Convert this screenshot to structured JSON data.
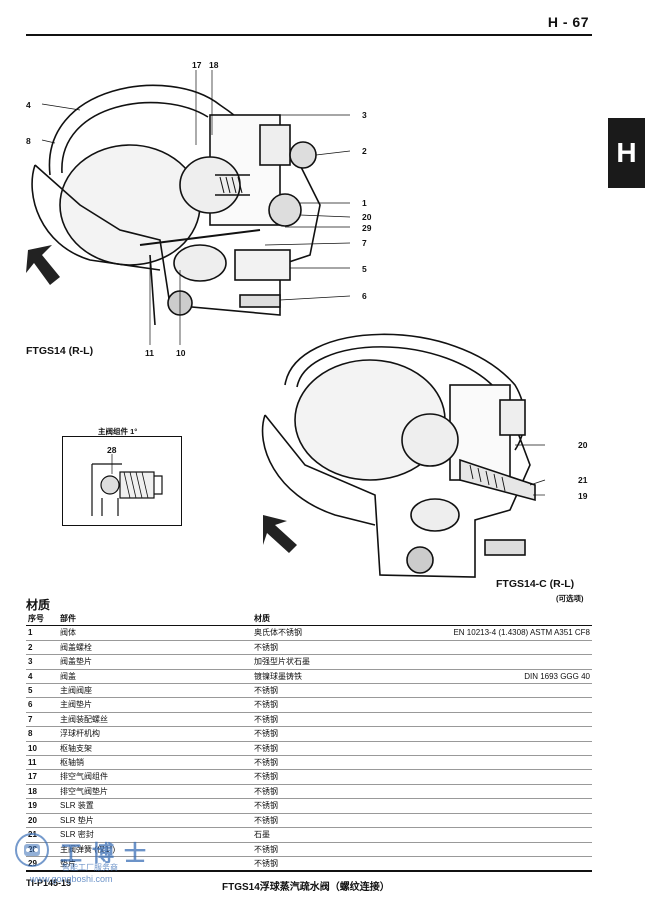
{
  "header": {
    "page_number": "H - 67",
    "section_tab": "H"
  },
  "figure1": {
    "callouts": {
      "c4": "4",
      "c8": "8",
      "c17": "17",
      "c18": "18",
      "c3": "3",
      "c2": "2",
      "c1": "1",
      "c20": "20",
      "c29": "29",
      "c7": "7",
      "c5": "5",
      "c6": "6",
      "c11": "11",
      "c10": "10"
    },
    "caption": "FTGS14 (R-L)"
  },
  "inset": {
    "title": "主阀组件 1°",
    "callout": "28"
  },
  "figure2": {
    "callouts": {
      "c20": "20",
      "c21": "21",
      "c19": "19"
    },
    "caption": "FTGS14-C (R-L)",
    "note": "(可选项)"
  },
  "materials": {
    "title": "材质",
    "headers": {
      "no": "序号",
      "part": "部件",
      "material": "材质"
    },
    "rows": [
      {
        "no": "1",
        "part": "阀体",
        "material": "奥氏体不锈钢",
        "spec": "EN 10213-4 (1.4308) ASTM A351 CF8"
      },
      {
        "no": "2",
        "part": "阀盖螺栓",
        "material": "不锈钢",
        "spec": ""
      },
      {
        "no": "3",
        "part": "阀盖垫片",
        "material": "加强型片状石墨",
        "spec": ""
      },
      {
        "no": "4",
        "part": "阀盖",
        "material": "镀镍球墨铸铁",
        "spec": "DIN 1693 GGG 40"
      },
      {
        "no": "5",
        "part": "主阀阀座",
        "material": "不锈钢",
        "spec": ""
      },
      {
        "no": "6",
        "part": "主阀垫片",
        "material": "不锈钢",
        "spec": ""
      },
      {
        "no": "7",
        "part": "主阀装配螺丝",
        "material": "不锈钢",
        "spec": ""
      },
      {
        "no": "8",
        "part": "浮球杆机构",
        "material": "不锈钢",
        "spec": ""
      },
      {
        "no": "10",
        "part": "枢轴支架",
        "material": "不锈钢",
        "spec": ""
      },
      {
        "no": "11",
        "part": "枢轴销",
        "material": "不锈钢",
        "spec": ""
      },
      {
        "no": "17",
        "part": "排空气阀组件",
        "material": "不锈钢",
        "spec": ""
      },
      {
        "no": "18",
        "part": "排空气阀垫片",
        "material": "不锈钢",
        "spec": ""
      },
      {
        "no": "19",
        "part": "SLR 装置",
        "material": "不锈钢",
        "spec": ""
      },
      {
        "no": "20",
        "part": "SLR 垫片",
        "material": "不锈钢",
        "spec": ""
      },
      {
        "no": "21",
        "part": "SLR 密封",
        "material": "石墨",
        "spec": ""
      },
      {
        "no": "28",
        "part": "主阀弹簧 (仅1°)",
        "material": "不锈钢",
        "spec": ""
      },
      {
        "no": "29",
        "part": "垫片",
        "material": "不锈钢",
        "spec": ""
      }
    ]
  },
  "footer": {
    "ref": "TI-P145-15",
    "title": "FTGS14浮球蒸汽疏水阀（螺纹连接）"
  },
  "watermark": {
    "brand": "工博士",
    "tagline": "智能工厂服务商",
    "url": "www.gongboshi.com"
  },
  "colors": {
    "ink": "#111111",
    "tab": "#1a1a1a",
    "watermark": "#3b6fb6"
  }
}
